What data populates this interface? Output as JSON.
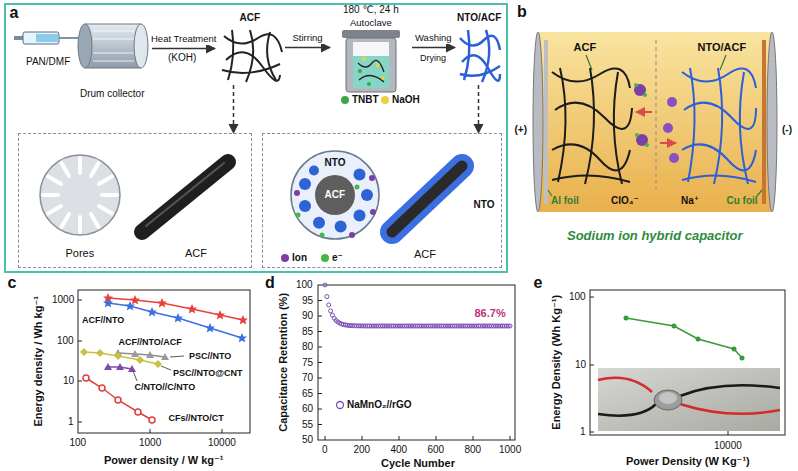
{
  "diagram": {
    "nodes": [
      {
        "text": [
          "a"
        ]
      },
      {
        "text": [
          "PAN/DMF",
          "Drum collector"
        ],
        "in": 0
      },
      {
        "text": [
          "ACF"
        ],
        "in": 0
      },
      {
        "text": [
          "180 ℃, 24 h",
          "Autoclave"
        ],
        "in": 0
      },
      {
        "text": [
          "NTO/ACF"
        ],
        "in": 0
      },
      {
        "text": [
          "Pores",
          "ACF"
        ],
        "in": 0
      },
      {
        "text": [
          "NTO",
          "ACF",
          "NTO",
          "ACF"
        ],
        "in": 0
      },
      {
        "text": [
          "Sodium ion hybrid capacitor"
        ]
      },
      {
        "text": [
          "ACF"
        ],
        "in": 7
      },
      {
        "text": [
          "NTO/ACF"
        ],
        "in": 7
      }
    ],
    "edges": [
      {
        "from": 1,
        "to": 2,
        "arrow": "to",
        "label": "Heat Treatment"
      },
      {
        "from": 2,
        "to": 3,
        "arrow": "to",
        "label": "Stirring"
      },
      {
        "from": 3,
        "to": 4,
        "arrow": "to",
        "label": "Washing"
      },
      {
        "from": 2,
        "to": 5,
        "arrow": "to"
      },
      {
        "from": 4,
        "to": 6,
        "arrow": "to"
      }
    ],
    "labels": [
      "(KOH)",
      "Drying",
      "b",
      "(+)",
      "(-)",
      "Al foil",
      "Cu foil",
      "ClO₄⁻",
      "Na⁺",
      "c",
      "1000",
      "100",
      "10",
      "1",
      "100",
      "1000",
      "10000",
      "Energy density / Wh kg⁻¹",
      "Power density / W kg⁻¹",
      "ACF//NTO",
      "ACF//NTO/ACF",
      "PSC//NTO",
      "PSC//NTO@CNT",
      "C/NTO//C/NTO",
      "CFs//NTO/CT",
      "d",
      "100",
      "95",
      "90",
      "85",
      "80",
      "75",
      "70",
      "65",
      "60",
      "55",
      "50",
      "0",
      "200",
      "400",
      "600",
      "800",
      "1000",
      "Capacitance Retention (%)",
      "Cycle Number",
      "86.7%",
      "e",
      "100",
      "10",
      "1",
      "10000",
      "Energy Density (Wh Kg⁻¹)",
      "Power Density (W Kg⁻¹)"
    ],
    "legend": [
      {
        "text": "TNBT",
        "color": "#3da64a"
      },
      {
        "text": "NaOH",
        "color": "#e6d23c"
      },
      {
        "text": "Ion",
        "color": "#7b3fa6"
      },
      {
        "text": "e⁻",
        "color": "#45b649"
      },
      {
        "text": "NaMnO₂//rGO"
      }
    ]
  }
}
